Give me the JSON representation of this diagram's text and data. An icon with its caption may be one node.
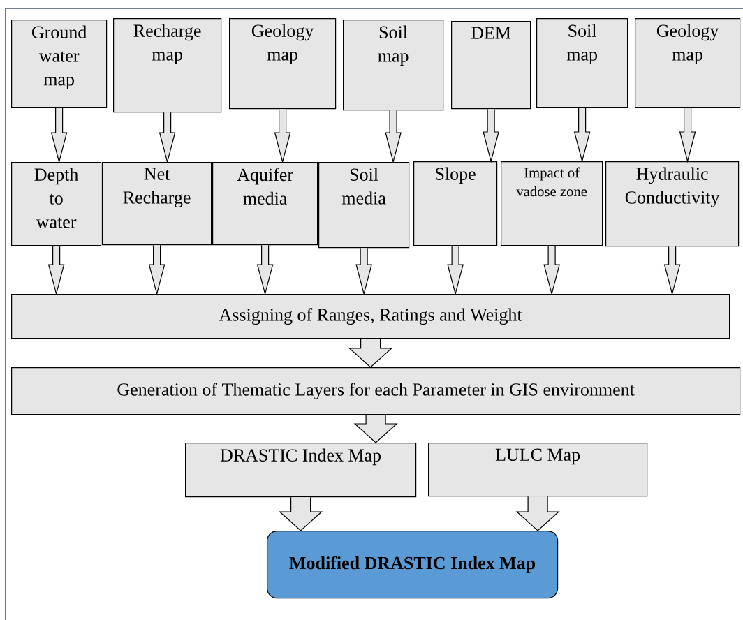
{
  "diagram": {
    "nodes": [
      {
        "text": [
          "Ground water map"
        ]
      },
      {
        "text": [
          "Recharge map"
        ]
      },
      {
        "text": [
          "Geology map"
        ]
      },
      {
        "text": [
          "Soil map"
        ]
      },
      {
        "text": [
          "DEM"
        ]
      },
      {
        "text": [
          "Soil map"
        ]
      },
      {
        "text": [
          "Geology map"
        ]
      },
      {
        "text": [
          "Depth to water"
        ]
      },
      {
        "text": [
          "Net Recharge"
        ]
      },
      {
        "text": [
          "Aquifer media"
        ]
      },
      {
        "text": [
          "Soil media"
        ]
      },
      {
        "text": [
          "Slope"
        ]
      },
      {
        "text": [
          "Impact of vadose zone"
        ]
      },
      {
        "text": [
          "Hydraulic Conductivity"
        ]
      },
      {
        "text": [
          "Assigning of Ranges, Ratings and Weight"
        ]
      },
      {
        "text": [
          "Generation of Thematic Layers for each Parameter in GIS environment"
        ]
      },
      {
        "text": [
          "DRASTIC Index Map"
        ]
      },
      {
        "text": [
          "LULC Map"
        ]
      },
      {
        "text": [
          "Modified DRASTIC Index Map"
        ]
      }
    ],
    "edges": [
      {
        "from": 0,
        "to": 7,
        "arrow": "to"
      },
      {
        "from": 1,
        "to": 8,
        "arrow": "to"
      },
      {
        "from": 2,
        "to": 9,
        "arrow": "to"
      },
      {
        "from": 3,
        "to": 10,
        "arrow": "to"
      },
      {
        "from": 4,
        "to": 11,
        "arrow": "to"
      },
      {
        "from": 5,
        "to": 12,
        "arrow": "to"
      },
      {
        "from": 6,
        "to": 13,
        "arrow": "to"
      },
      {
        "from": 7,
        "to": 14,
        "arrow": "to"
      },
      {
        "from": 8,
        "to": 14,
        "arrow": "to"
      },
      {
        "from": 9,
        "to": 14,
        "arrow": "to"
      },
      {
        "from": 10,
        "to": 14,
        "arrow": "to"
      },
      {
        "from": 11,
        "to": 14,
        "arrow": "to"
      },
      {
        "from": 12,
        "to": 14,
        "arrow": "to"
      },
      {
        "from": 13,
        "to": 14,
        "arrow": "to"
      },
      {
        "from": 14,
        "to": 15,
        "arrow": "to"
      },
      {
        "from": 15,
        "to": 16,
        "arrow": "to"
      },
      {
        "from": 16,
        "to": 18,
        "arrow": "to"
      },
      {
        "from": 17,
        "to": 18,
        "arrow": "to"
      }
    ]
  }
}
